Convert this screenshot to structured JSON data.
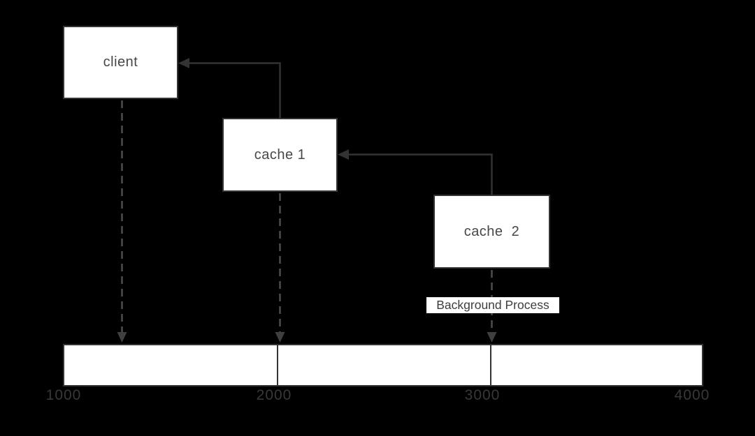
{
  "diagram": {
    "nodes": [
      {
        "id": "client",
        "label": "client"
      },
      {
        "id": "cache-1",
        "label": "cache 1"
      },
      {
        "id": "cache-2",
        "label": "cache  2"
      }
    ],
    "annotations": {
      "background_process": "Background Process"
    },
    "timeline": {
      "ticks": [
        "1000",
        "2000",
        "3000",
        "4000"
      ]
    },
    "connectors": [
      {
        "name": "cache1-to-client",
        "style": "solid",
        "direction": "left"
      },
      {
        "name": "cache2-to-cache1",
        "style": "solid",
        "direction": "left"
      },
      {
        "name": "client-to-timeline",
        "style": "dashed",
        "direction": "down"
      },
      {
        "name": "cache1-to-timeline",
        "style": "dashed",
        "direction": "down"
      },
      {
        "name": "cache2-to-timeline",
        "style": "dashed",
        "direction": "down"
      }
    ],
    "colors": {
      "background": "#000000",
      "box_fill": "#ffffff",
      "box_border": "#333333",
      "solid_line": "#333333",
      "dashed_line": "#4d4d4d",
      "box_text": "#474747",
      "tick_text": "#383838",
      "annotation_text": "#3d3d3d"
    }
  }
}
